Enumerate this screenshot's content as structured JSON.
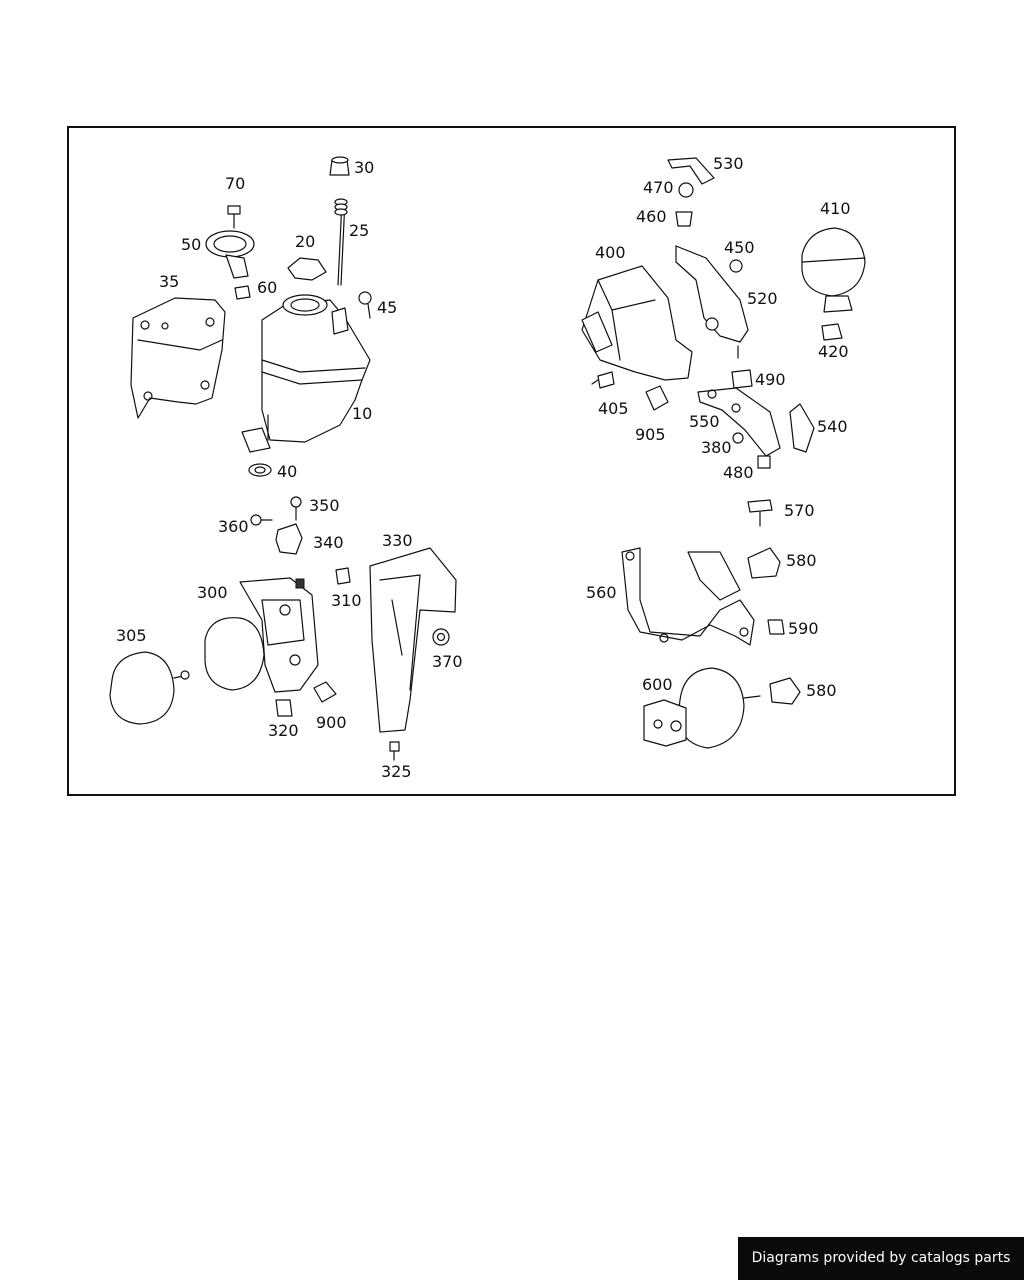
{
  "diagram": {
    "parts": [
      "10",
      "20",
      "25",
      "30",
      "35",
      "40",
      "45",
      "50",
      "60",
      "70",
      "300",
      "305",
      "310",
      "320",
      "325",
      "330",
      "340",
      "350",
      "360",
      "370",
      "900",
      "380",
      "400",
      "405",
      "410",
      "420",
      "450",
      "460",
      "470",
      "480",
      "490",
      "520",
      "530",
      "540",
      "550",
      "905",
      "560",
      "570",
      "580",
      "590",
      "600",
      "580"
    ]
  },
  "footer": {
    "credit": "Diagrams provided by catalogs parts"
  }
}
